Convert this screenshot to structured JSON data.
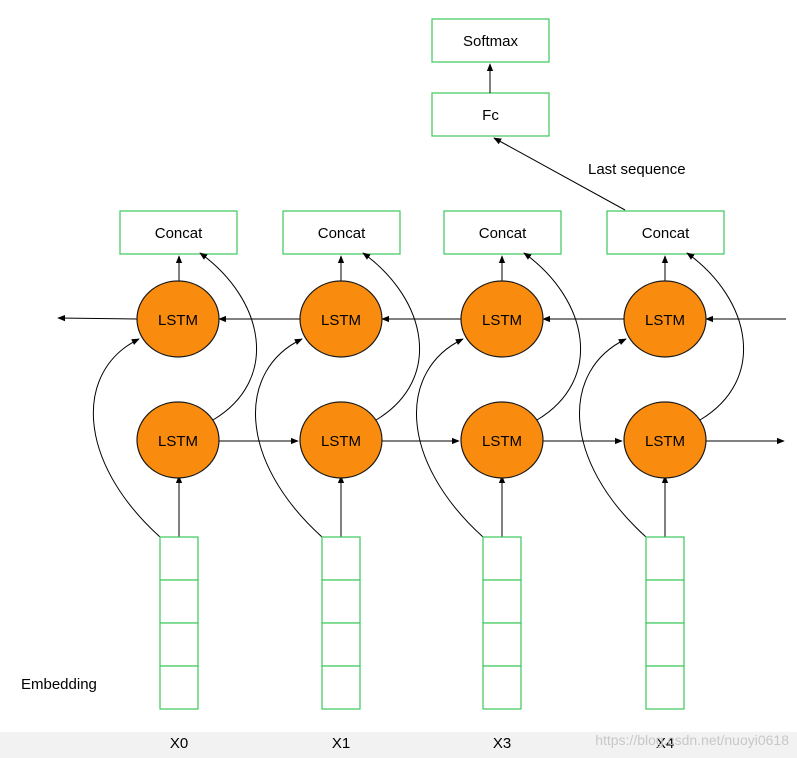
{
  "softmax": {
    "label": "Softmax"
  },
  "fc": {
    "label": "Fc"
  },
  "last_sequence": {
    "label": "Last sequence"
  },
  "embedding_label": "Embedding",
  "lstm_label": "LSTM",
  "columns": [
    {
      "concat": "Concat",
      "x_label": "X0"
    },
    {
      "concat": "Concat",
      "x_label": "X1"
    },
    {
      "concat": "Concat",
      "x_label": "X3"
    },
    {
      "concat": "Concat",
      "x_label": "X4"
    }
  ],
  "watermark": "https://blog.csdn.net/nuoyi0618"
}
